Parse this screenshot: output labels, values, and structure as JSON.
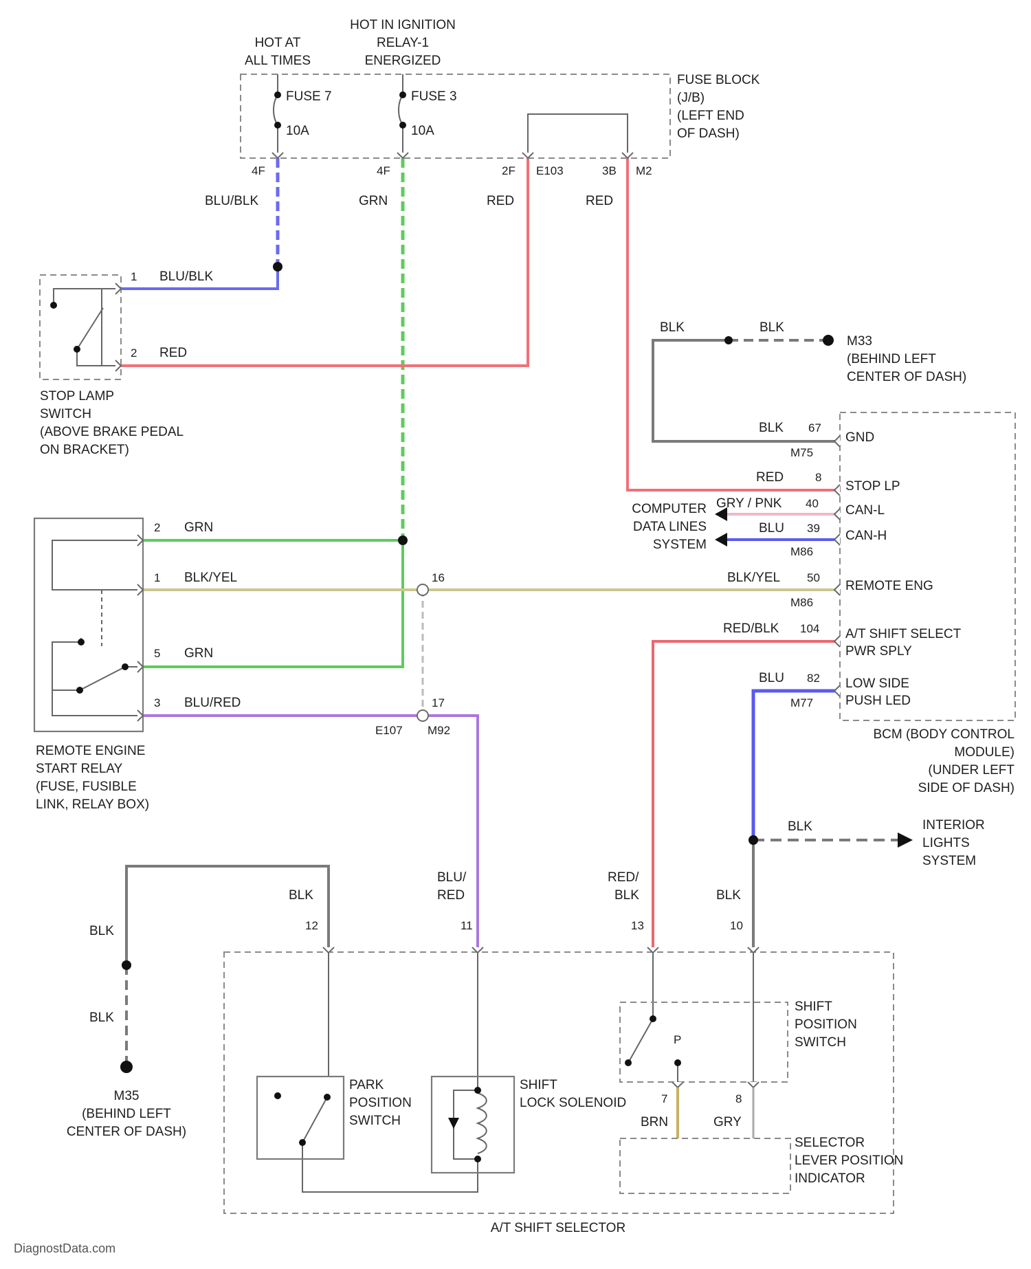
{
  "colors": {
    "blu_blk": "#6a6af0",
    "grn": "#5ccc5c",
    "red": "#f07078",
    "blk": "#7a7a7a",
    "blk_yel": "#c8c890",
    "blu_red": "#a878e0",
    "red_blk": "#e86870",
    "blu": "#5a5af0",
    "pnk": "#f0b8c8",
    "brn": "#c8b060",
    "gry": "#aaaaaa",
    "splice": "#bbbbbb"
  },
  "top_labels": {
    "hot_at_all_times": [
      "HOT AT",
      "ALL TIMES"
    ],
    "hot_in_ignition": [
      "HOT IN IGNITION",
      "RELAY-1",
      "ENERGIZED"
    ],
    "fuse7": "FUSE 7",
    "fuse7_amp": "10A",
    "fuse3": "FUSE 3",
    "fuse3_amp": "10A",
    "pin_4f_a": "4F",
    "pin_4f_b": "4F",
    "pin_2f": "2F",
    "conn_e103": "E103",
    "pin_3b": "3B",
    "conn_m2": "M2"
  },
  "fuse_block": [
    "FUSE BLOCK",
    "(J/B)",
    "(LEFT END",
    "OF DASH)"
  ],
  "wire_labels": {
    "blu_blk_top": "BLU/BLK",
    "grn_top": "GRN",
    "red_top_1": "RED",
    "red_top_2": "RED",
    "blu_blk_stop": "BLU/BLK",
    "red_stop": "RED",
    "blk_ground_1": "BLK",
    "blk_ground_2": "BLK",
    "grn_relay_2": "GRN",
    "blk_yel_relay": "BLK/YEL",
    "grn_relay_5": "GRN",
    "blu_red_relay": "BLU/RED",
    "blu_red_vertical_1": "BLU/",
    "blu_red_vertical_2": "RED",
    "red_blk_vertical_1": "RED/",
    "red_blk_vertical_2": "BLK",
    "blk_right_vertical": "BLK",
    "blk_interior": "BLK",
    "blk_shift_top": "BLK",
    "blk_left_1": "BLK",
    "blk_left_2": "BLK",
    "brn": "BRN",
    "gry": "GRY"
  },
  "stop_lamp_switch": {
    "pin1": "1",
    "pin2": "2",
    "label": [
      "STOP LAMP",
      "SWITCH",
      "(ABOVE BRAKE PEDAL",
      "ON BRACKET)"
    ]
  },
  "ground_m33": [
    "M33",
    "(BEHIND LEFT",
    "CENTER OF DASH)"
  ],
  "ground_m35": [
    "M35",
    "(BEHIND LEFT",
    "CENTER OF DASH)"
  ],
  "bcm": {
    "pins": [
      {
        "wire": "BLK",
        "num": "67",
        "name": "GND",
        "conn": "M75"
      },
      {
        "wire": "RED",
        "num": "8",
        "name": "STOP LP",
        "conn": ""
      },
      {
        "wire": "GRY / PNK",
        "num": "40",
        "name": "CAN-L",
        "conn": ""
      },
      {
        "wire": "BLU",
        "num": "39",
        "name": "CAN-H",
        "conn": "M86"
      },
      {
        "wire": "BLK/YEL",
        "num": "50",
        "name": "REMOTE ENG",
        "conn": "M86"
      },
      {
        "wire": "RED/BLK",
        "num": "104",
        "name": "A/T SHIFT SELECT",
        "name2": "PWR SPLY",
        "conn": ""
      },
      {
        "wire": "BLU",
        "num": "82",
        "name": "LOW SIDE",
        "name2": "PUSH LED",
        "conn": "M77"
      }
    ],
    "label": [
      "BCM (BODY CONTROL",
      "MODULE)",
      "(UNDER LEFT",
      "SIDE OF DASH)"
    ]
  },
  "computer_data_lines": [
    "COMPUTER",
    "DATA LINES",
    "SYSTEM"
  ],
  "relay": {
    "pins": [
      "2",
      "1",
      "5",
      "3"
    ],
    "label": [
      "REMOTE ENGINE",
      "START RELAY",
      "(FUSE, FUSIBLE",
      "LINK, RELAY BOX)"
    ]
  },
  "splice_pins": {
    "p16": "16",
    "p17": "17",
    "conn_e107": "E107",
    "conn_m92": "M92"
  },
  "interior_lights": [
    "INTERIOR",
    "LIGHTS",
    "SYSTEM"
  ],
  "selector_pins": {
    "p12": "12",
    "p11": "11",
    "p13": "13",
    "p10": "10",
    "p7": "7",
    "p8": "8",
    "p_label": "P"
  },
  "components": {
    "park_position_switch": [
      "PARK",
      "POSITION",
      "SWITCH"
    ],
    "shift_lock_solenoid": [
      "SHIFT",
      "LOCK SOLENOID"
    ],
    "shift_position_switch": [
      "SHIFT",
      "POSITION",
      "SWITCH"
    ],
    "selector_lever_indicator": [
      "SELECTOR",
      "LEVER POSITION",
      "INDICATOR"
    ],
    "at_shift_selector": "A/T SHIFT SELECTOR"
  },
  "watermark": "DiagnostData.com"
}
